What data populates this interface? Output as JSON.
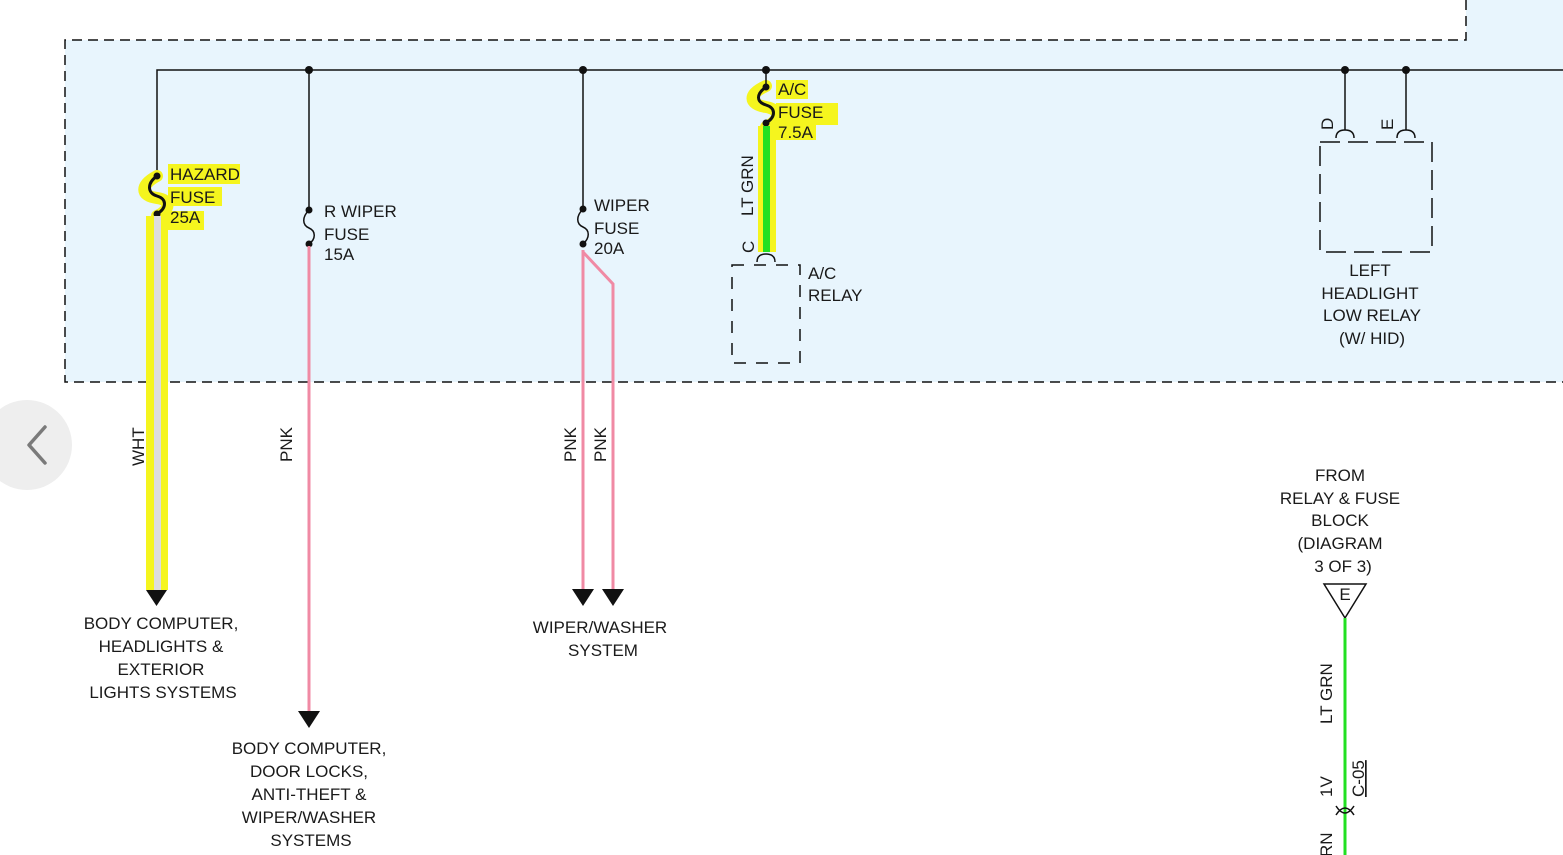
{
  "colors": {
    "panel_fill": "#e8f5fd",
    "highlight": "#f5f51e",
    "wire_pink": "#f08aa4",
    "wire_green": "#22e022",
    "wire_white": "#dddddd",
    "line": "#111111"
  },
  "nav": {
    "back_icon": "chevron-left-icon"
  },
  "fuses": {
    "hazard": [
      "HAZARD",
      "FUSE",
      "25A"
    ],
    "r_wiper": [
      "R WIPER",
      "FUSE",
      "15A"
    ],
    "wiper": [
      "WIPER",
      "FUSE",
      "20A"
    ],
    "ac": [
      "A/C",
      "FUSE",
      "7.5A"
    ]
  },
  "relays": {
    "ac": {
      "lines": [
        "A/C",
        "RELAY"
      ],
      "pin": "C"
    },
    "left_headlight": {
      "lines": [
        "LEFT",
        "HEADLIGHT",
        "LOW RELAY",
        "(W/ HID)"
      ],
      "pin_d": "D",
      "pin_e": "E"
    }
  },
  "wires": {
    "hazard": "WHT",
    "r_wiper": "PNK",
    "wiper_1": "PNK",
    "wiper_2": "PNK",
    "ac": "LT GRN",
    "from_block": "LT GRN",
    "bottom_partial": "RN"
  },
  "destinations": {
    "body_lights": [
      "BODY COMPUTER,",
      "HEADLIGHTS &",
      "EXTERIOR",
      "LIGHTS SYSTEMS"
    ],
    "body_locks": [
      "BODY COMPUTER,",
      "DOOR LOCKS,",
      "ANTI-THEFT &",
      "WIPER/WASHER",
      "SYSTEMS"
    ],
    "wiper_washer": [
      "WIPER/WASHER",
      "SYSTEM"
    ]
  },
  "from_block": {
    "lines": [
      "FROM",
      "RELAY & FUSE",
      "BLOCK",
      "(DIAGRAM",
      "3 OF 3)"
    ],
    "connector_letter": "E"
  },
  "connector": {
    "pin": "1V",
    "id": "C-05"
  }
}
